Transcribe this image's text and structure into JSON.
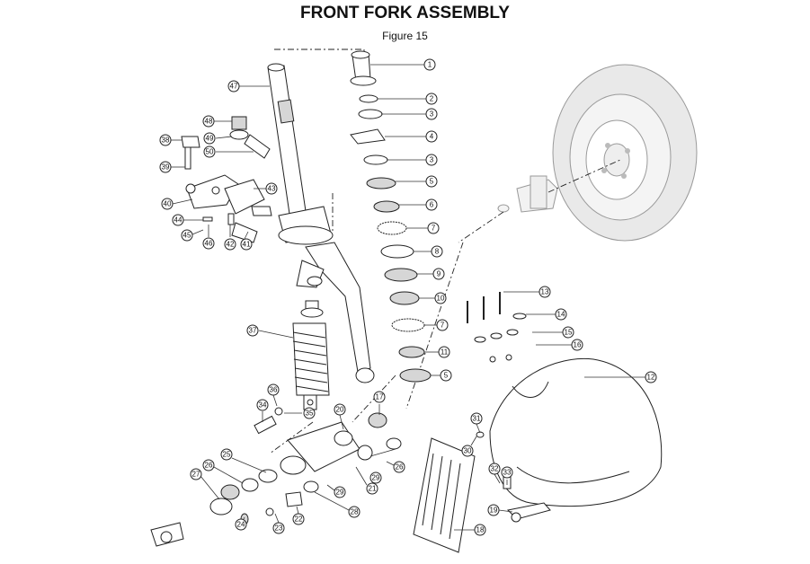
{
  "header": {
    "title": "FRONT FORK ASSEMBLY",
    "figure": "Figure 15"
  },
  "callouts": [
    "1",
    "2",
    "3",
    "4",
    "3",
    "5",
    "6",
    "7",
    "8",
    "9",
    "10",
    "7",
    "11",
    "5",
    "12",
    "13",
    "14",
    "15",
    "16",
    "17",
    "18",
    "19",
    "20",
    "21",
    "22",
    "23",
    "24",
    "25",
    "26",
    "27",
    "28",
    "29",
    "29",
    "26",
    "30",
    "31",
    "32",
    "33",
    "34",
    "35",
    "36",
    "37",
    "38",
    "39",
    "40",
    "41",
    "42",
    "43",
    "44",
    "45",
    "46",
    "47",
    "48",
    "49",
    "50"
  ]
}
